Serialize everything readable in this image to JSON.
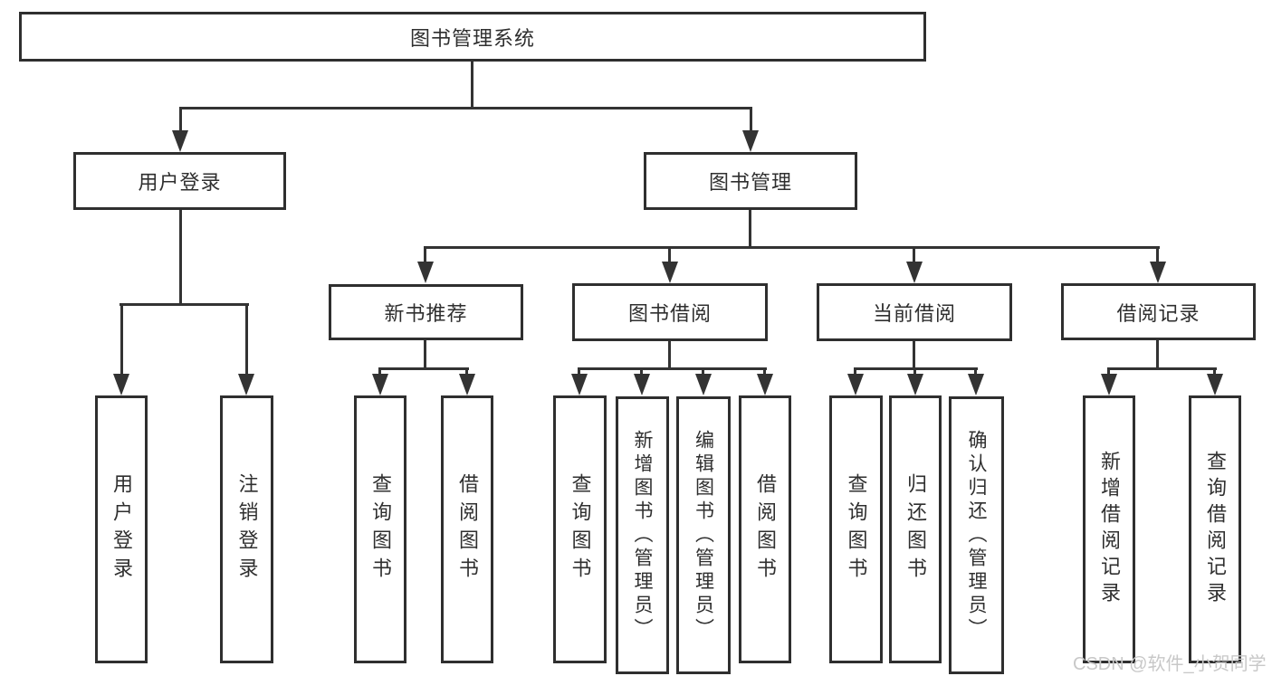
{
  "title": "图书管理系统",
  "level2": {
    "user_login": "用户登录",
    "book_management": "图书管理"
  },
  "level3": {
    "new_books": "新书推荐",
    "book_borrow": "图书借阅",
    "current_borrow": "当前借阅",
    "borrow_records": "借阅记录"
  },
  "leaves": {
    "user_login": [
      "用户登录",
      "注销登录"
    ],
    "new_books": [
      "查询图书",
      "借阅图书"
    ],
    "book_borrow": [
      "查询图书",
      "新增图书（管理员）",
      "编辑图书（管理员）",
      "借阅图书"
    ],
    "current_borrow": [
      "查询图书",
      "归还图书",
      "确认归还（管理员）"
    ],
    "borrow_records": [
      "新增借阅记录",
      "查询借阅记录"
    ]
  },
  "watermark": "CSDN @软件_小贺同学",
  "colors": {
    "line": "#333333",
    "box_border": "#2f2f2f",
    "background": "#ffffff",
    "watermark": "#c8c8c8"
  }
}
